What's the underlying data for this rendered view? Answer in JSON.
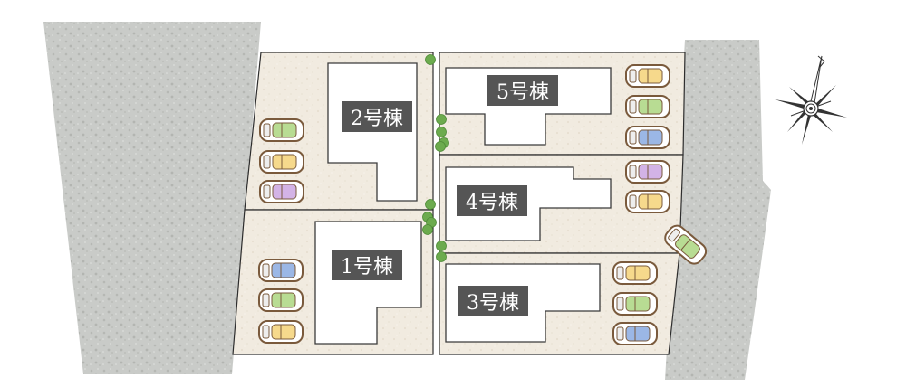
{
  "title": "",
  "colors": {
    "road": "#c9cbc8",
    "lot": "#f1ebe0",
    "building_fill": "#ffffff",
    "building_stroke": "#3b3b3b",
    "label_bg": "#555555",
    "label_text": "#ffffff",
    "hedge": "#6cab4e",
    "car_frame": "#7a5a3c"
  },
  "houses": [
    {
      "id": "h1",
      "label": "1号棟"
    },
    {
      "id": "h2",
      "label": "2号棟"
    },
    {
      "id": "h3",
      "label": "3号棟"
    },
    {
      "id": "h4",
      "label": "4号棟"
    },
    {
      "id": "h5",
      "label": "5号棟"
    }
  ],
  "parking": {
    "h1": [
      "blue",
      "green",
      "yellow"
    ],
    "h2": [
      "green",
      "yellow",
      "purple"
    ],
    "h3": [
      "yellow",
      "green",
      "blue"
    ],
    "h4": [
      "purple",
      "yellow"
    ],
    "h5": [
      "yellow",
      "green",
      "blue"
    ],
    "road": [
      "green"
    ]
  },
  "car_colors": {
    "blue": "#9bb7e6",
    "green": "#b8dc93",
    "yellow": "#f6d98c",
    "purple": "#d3b3e6"
  },
  "compass": {
    "icon": "compass-rose-icon"
  }
}
